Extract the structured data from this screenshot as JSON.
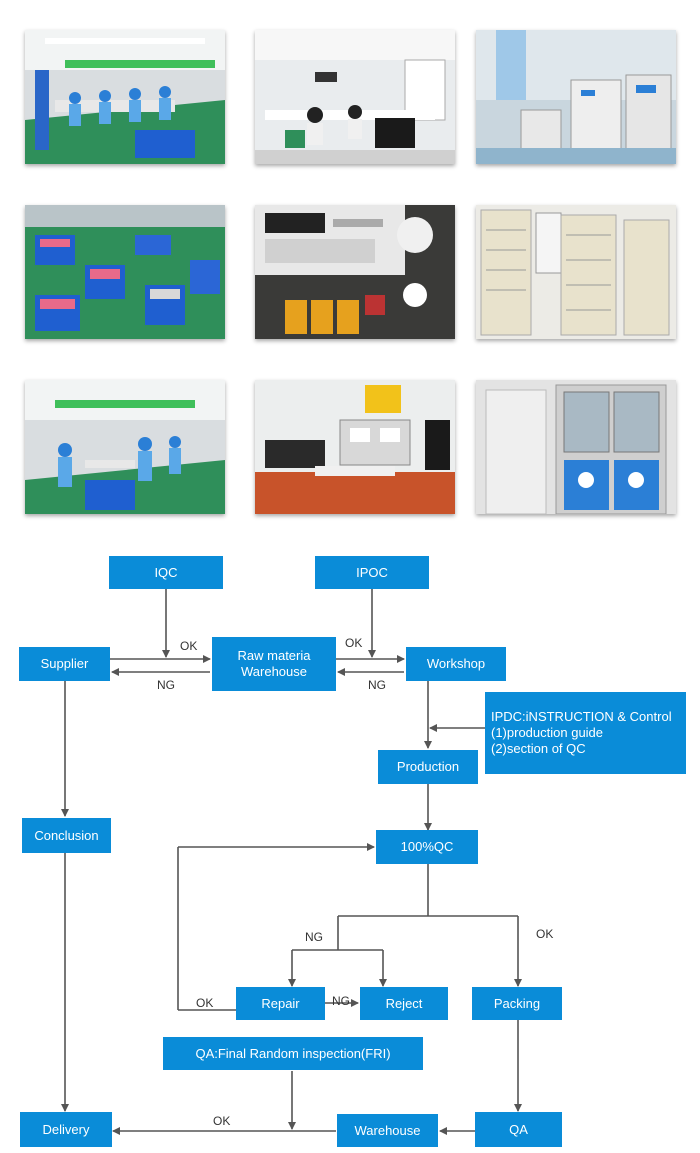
{
  "photos": [
    {
      "name": "photo-assembly-line"
    },
    {
      "name": "photo-office-workstations"
    },
    {
      "name": "photo-test-chambers"
    },
    {
      "name": "photo-blue-crates"
    },
    {
      "name": "photo-battery-tester"
    },
    {
      "name": "photo-aging-racks"
    },
    {
      "name": "photo-production-workers"
    },
    {
      "name": "photo-lab-bench"
    },
    {
      "name": "photo-air-shower"
    }
  ],
  "flow": {
    "iqc": "IQC",
    "ipoc": "IPOC",
    "supplier": "Supplier",
    "raw_line1": "Raw materia",
    "raw_line2": "Warehouse",
    "workshop": "Workshop",
    "ipdc_line1": "IPDC:iNSTRUCTION & Control",
    "ipdc_line2": "(1)production guide",
    "ipdc_line3": "(2)section of QC",
    "production": "Production",
    "conclusion": "Conclusion",
    "qc100": "100%QC",
    "repair": "Repair",
    "reject": "Reject",
    "packing": "Packing",
    "qa_final": "QA:Final Random inspection(FRI)",
    "delivery": "Delivery",
    "warehouse": "Warehouse",
    "qa": "QA",
    "ok": "OK",
    "ng": "NG"
  },
  "colors": {
    "box": "#0a8cd8",
    "line": "#555555"
  }
}
